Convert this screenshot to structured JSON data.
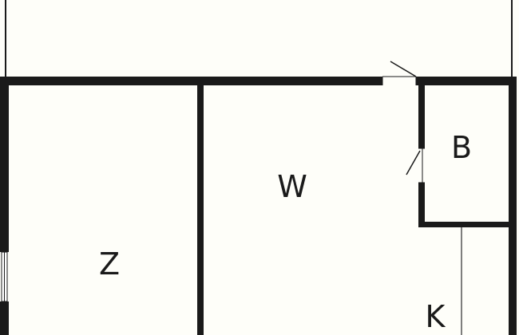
{
  "colors": {
    "background": "#fefef9",
    "wall": "#1a1a1a",
    "line": "#555555"
  },
  "rooms": [
    {
      "key": "z",
      "label": "Z"
    },
    {
      "key": "w",
      "label": "W"
    },
    {
      "key": "b",
      "label": "B"
    },
    {
      "key": "k",
      "label": "K"
    }
  ]
}
